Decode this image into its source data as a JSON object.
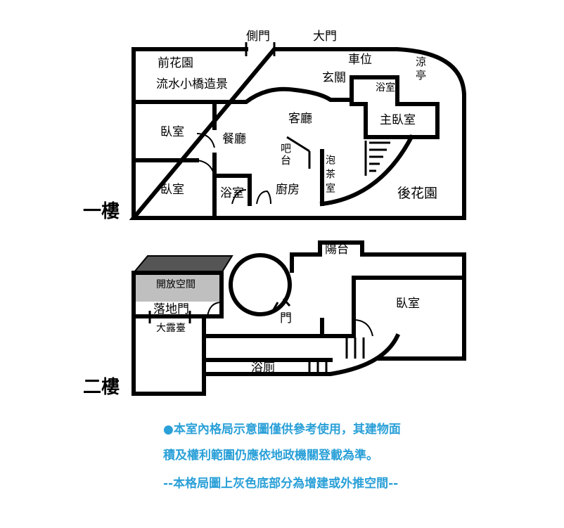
{
  "floor1": {
    "title": "一樓",
    "labels": {
      "side_gate": "側門",
      "main_gate": "大門",
      "front_garden": "前花園",
      "water_bridge": "流水小橋造景",
      "parking": "車位",
      "pavilion": "涼亭",
      "entrance": "玄關",
      "bath_master": "浴室",
      "master_bedroom": "主臥室",
      "living_room": "客廳",
      "bedroom_top": "臥室",
      "dining_room": "餐廳",
      "bar": "吧台",
      "tea_room": "泡茶室",
      "bedroom_bottom": "臥室",
      "bath_small": "浴室",
      "kitchen": "廚房",
      "back_garden": "後花園"
    }
  },
  "floor2": {
    "title": "二樓",
    "labels": {
      "balcony": "陽台",
      "open_space": "開放空間",
      "french_door": "落地門",
      "terrace": "大露臺",
      "door": "門",
      "bedroom": "臥室",
      "bath_toilet": "浴廁"
    },
    "colors": {
      "roof": "#555555",
      "open_space_fill": "#bfbfbf"
    }
  },
  "notes": {
    "line1": "●本室內格局示意圖僅供參考使用，其建物面",
    "line2": "積及權利範圍仍應依地政機關登載為準。",
    "line3": "--本格局圖上灰色底部分為增建或外推空間--",
    "color": "#2aa0d8"
  }
}
